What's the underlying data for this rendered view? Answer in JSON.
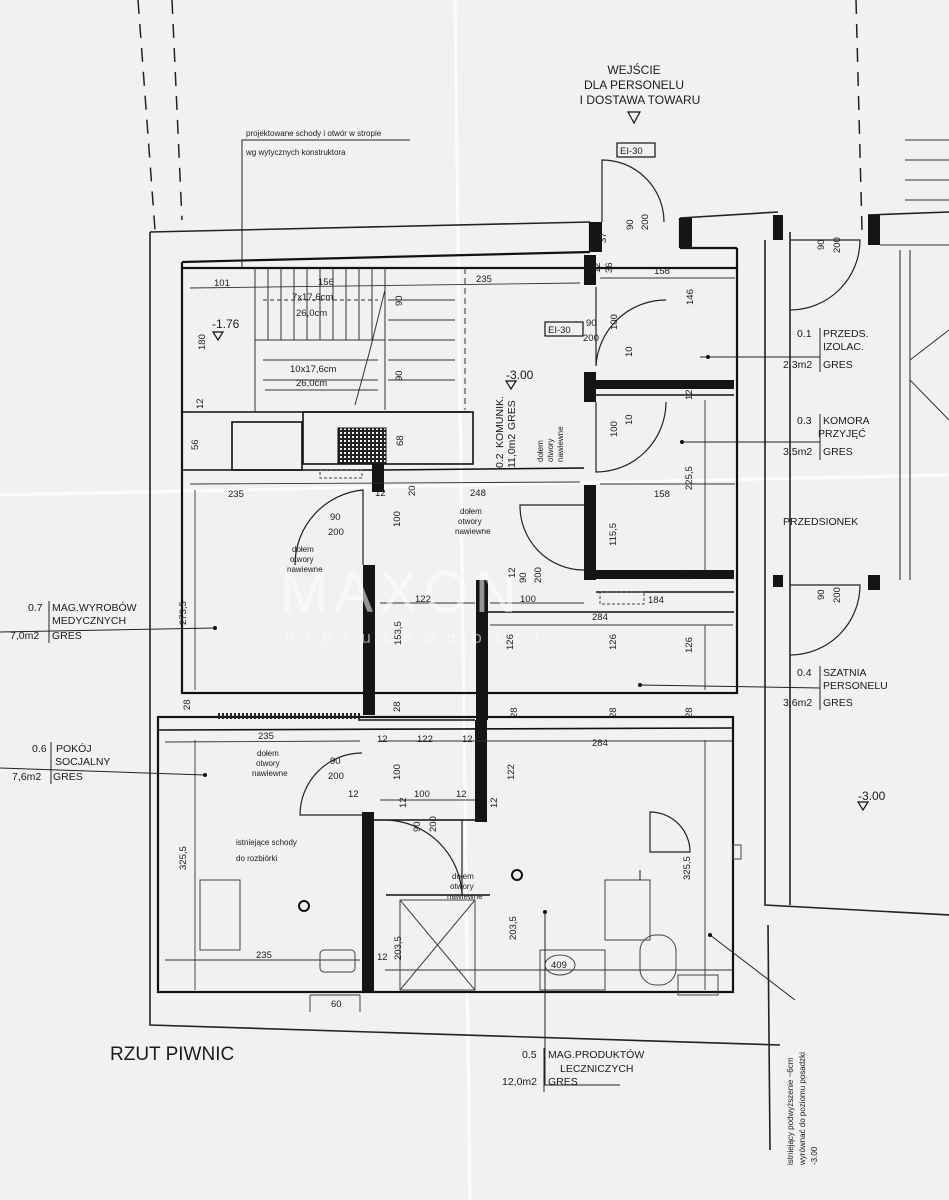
{
  "title": "RZUT PIWNIC",
  "entrance": [
    "WEJŚCIE",
    "DLA PERSONELU",
    "I DOSTAWA TOWARU"
  ],
  "stairs_note": [
    "projektowane schody i otwór w stropie",
    "wg wytycznych konstruktora"
  ],
  "fire_label": "EI-30",
  "levels": {
    "stairs": "-1.76",
    "corridor": "-3.00",
    "right": "-3.00"
  },
  "stair_dims": [
    "7x17,6cm",
    "26,0cm",
    "10x17,6cm",
    "26,0cm"
  ],
  "rooms": [
    {
      "id": "0.1",
      "name1": "PRZEDS.",
      "name2": "IZOLAC.",
      "area": "2,3m2",
      "floor": "GRES"
    },
    {
      "id": "0.2",
      "name1": "KOMUNIK.",
      "name2": "",
      "area": "11,0m2",
      "floor": "GRES"
    },
    {
      "id": "0.3",
      "name1": "KOMORA",
      "name2": "PRZYJĘĆ",
      "area": "3,5m2",
      "floor": "GRES"
    },
    {
      "id": "0.4",
      "name1": "SZATNIA",
      "name2": "PERSONELU",
      "area": "3,6m2",
      "floor": "GRES"
    },
    {
      "id": "0.5",
      "name1": "MAG.PRODUKTÓW",
      "name2": "LECZNICZYCH",
      "area": "12,0m2",
      "floor": "GRES"
    },
    {
      "id": "0.6",
      "name1": "POKÓJ",
      "name2": "SOCJALNY",
      "area": "7,6m2",
      "floor": "GRES"
    },
    {
      "id": "0.7",
      "name1": "MAG.WYROBÓW",
      "name2": "MEDYCZNYCH",
      "area": "7,0m2",
      "floor": "GRES"
    }
  ],
  "przedsionek": "PRZEDSIONEK",
  "vent_note": [
    "dołem",
    "otwory",
    "nawiewne"
  ],
  "existing_stairs": [
    "istniejące schody",
    "do rozbiórki"
  ],
  "floor_note": [
    "istniejący podwyższenie ~6cm",
    "wyrównać do poziomu posadzki",
    "-3.00"
  ],
  "watermark": {
    "main": "MAXON",
    "sub": "nieruchomości"
  },
  "dims": {
    "d37a": "37",
    "d90a": "90",
    "d200a": "200",
    "d37b": "37",
    "d101": "101",
    "d156": "156",
    "d235": "235",
    "d158": "158",
    "d36": "36",
    "d12": "12",
    "d146": "146",
    "d180": "180",
    "d90s1": "90",
    "d90s2": "90",
    "d12s": "12",
    "d100c": "100",
    "d10c": "10",
    "d90c": "90",
    "d200c": "200",
    "d100d": "100",
    "d10d": "10",
    "d12d": "12",
    "d56": "56",
    "d68": "68",
    "d12e": "12",
    "d20": "20",
    "d235b": "235",
    "d248": "248",
    "d158b": "158",
    "d225": "225,5",
    "d90f": "90",
    "d200f": "200",
    "d100f": "100",
    "d115": "115,5",
    "d273": "273,5",
    "d153": "153,5",
    "d122a": "122",
    "d100g": "100",
    "d184": "184",
    "d284a": "284",
    "d12g": "12",
    "d90g": "90",
    "d200g": "200",
    "d12h": "12",
    "d126a": "126",
    "d126b": "126",
    "d126c": "126",
    "d28a": "28",
    "d28b": "28",
    "d28c": "28",
    "d28d": "28",
    "d235c": "235",
    "d12i": "12",
    "d122b": "122",
    "d12j": "12",
    "d284b": "284",
    "d90h": "90",
    "d200h": "200",
    "d100h": "100",
    "d122c": "122",
    "d12k": "12",
    "d12l": "12",
    "d12m": "12",
    "d90i": "90",
    "d200i": "200",
    "d325a": "325,5",
    "d325b": "325,5",
    "d203a": "203,5",
    "d203b": "203,5",
    "d235d": "235",
    "d12n": "12",
    "d409": "409",
    "d60": "60",
    "d90j": "90",
    "d200j": "200",
    "d90k": "90",
    "d200k": "200"
  }
}
